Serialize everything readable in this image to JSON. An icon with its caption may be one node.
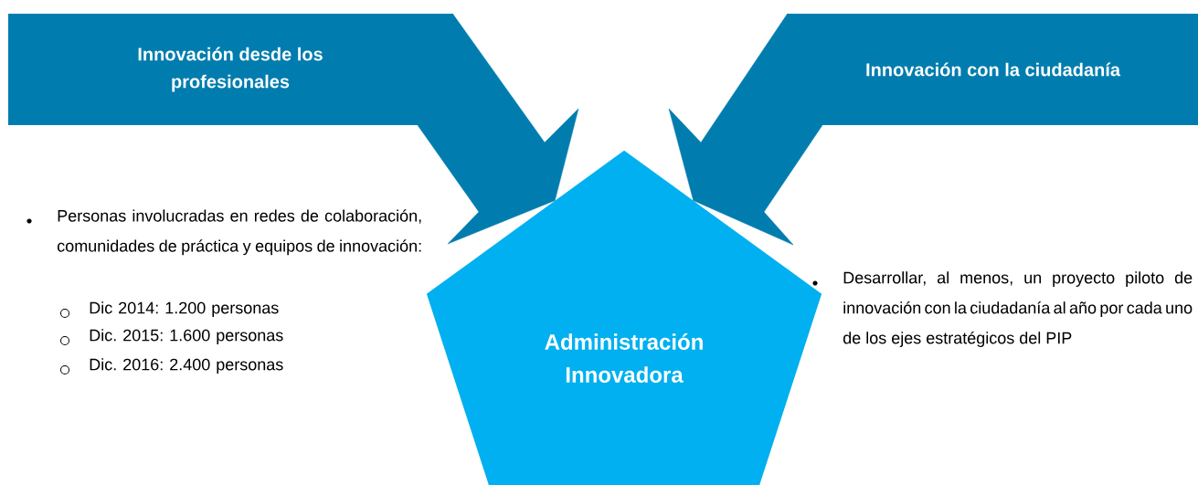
{
  "diagram": {
    "nodes": [
      {
        "text": [
          "Innovación desde los profesionales"
        ]
      },
      {
        "text": [
          "Innovación con la ciudadanía"
        ]
      },
      {
        "text": [
          "Administración Innovadora"
        ]
      }
    ],
    "edges": [
      {
        "from": 0,
        "to": 2,
        "arrow": "to"
      },
      {
        "from": 1,
        "to": 2,
        "arrow": "to"
      }
    ],
    "labels": [
      "Personas involucradas en redes de colaboración, comunidades de práctica y equipos de innovación:",
      "Dic 2014: 1.200 personas",
      "Dic. 2015: 1.600 personas",
      "Dic. 2016: 2.400 personas",
      "Desarrollar, al menos, un proyecto piloto de innovación con la ciudadanía al año por cada uno de los ejes estratégicos del PIP"
    ]
  }
}
